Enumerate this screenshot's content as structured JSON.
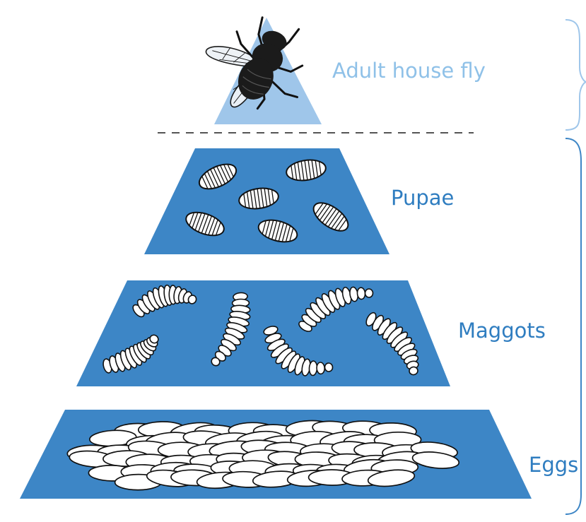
{
  "colors": {
    "band": "#3d86c6",
    "apex": "#9fc6ea",
    "label_dark": "#2f7dc0",
    "label_light": "#8fc1e8",
    "dash": "#555555",
    "brace": "#3d86c6",
    "brace_light": "#9fc6ea",
    "fly": "#1b1b1b"
  },
  "stages": [
    {
      "id": "adult",
      "label": "Adult house fly",
      "icon": "fly-icon"
    },
    {
      "id": "pupae",
      "label": "Pupae",
      "icon": "pupa-icon"
    },
    {
      "id": "maggots",
      "label": "Maggots",
      "icon": "maggot-icon"
    },
    {
      "id": "eggs",
      "label": "Eggs",
      "icon": "egg-icon"
    }
  ]
}
